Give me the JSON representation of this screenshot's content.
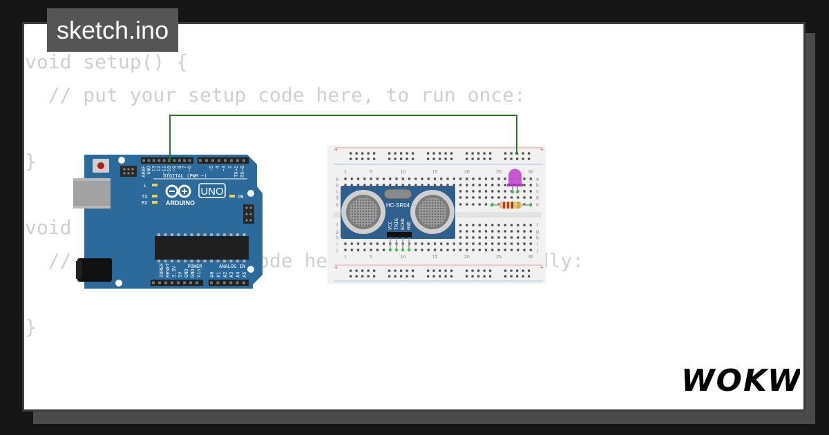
{
  "tab": {
    "filename": "sketch.ino"
  },
  "code": [
    "void setup() {",
    "  // put your setup code here, to run once:",
    "",
    "}",
    "",
    "void loop() {",
    "  // put your main code here, to run repeatedly:",
    "",
    "}"
  ],
  "arduino": {
    "brand": "ARDUINO",
    "model": "UNO",
    "digital_header": "DIGITAL (PWM ~)",
    "power_header": "POWER",
    "analog_header": "ANALOG IN",
    "led_l": "L",
    "led_tx": "TX",
    "led_rx": "RX",
    "on_label": "ON",
    "digital_pins": [
      "AREF",
      "GND",
      "13",
      "12",
      "~11",
      "~10",
      "~9",
      "8",
      "7",
      "~6",
      "~5",
      "4",
      "~3",
      "2",
      "TX→1",
      "RX←0"
    ],
    "power_pins": [
      "IOREF",
      "RESET",
      "3.3V",
      "5V",
      "GND",
      "GND",
      "Vin"
    ],
    "analog_pins": [
      "A0",
      "A1",
      "A2",
      "A3",
      "A4",
      "A5"
    ]
  },
  "sensor": {
    "label": "HC-SR04",
    "pins": [
      "VCC",
      "TRIG",
      "ECHO",
      "GND"
    ]
  },
  "breadboard": {
    "column_numbers": [
      "1",
      "5",
      "10",
      "15",
      "20",
      "25",
      "30"
    ],
    "rows_top": [
      "a",
      "b",
      "c",
      "d",
      "e"
    ],
    "rows_bottom": [
      "f",
      "g",
      "h",
      "i",
      "j"
    ]
  },
  "brand": {
    "logo_text": "WOKWi"
  },
  "colors": {
    "wire": "#1e7d1e",
    "led": "#c44fd0",
    "board": "#2b6a9b"
  }
}
